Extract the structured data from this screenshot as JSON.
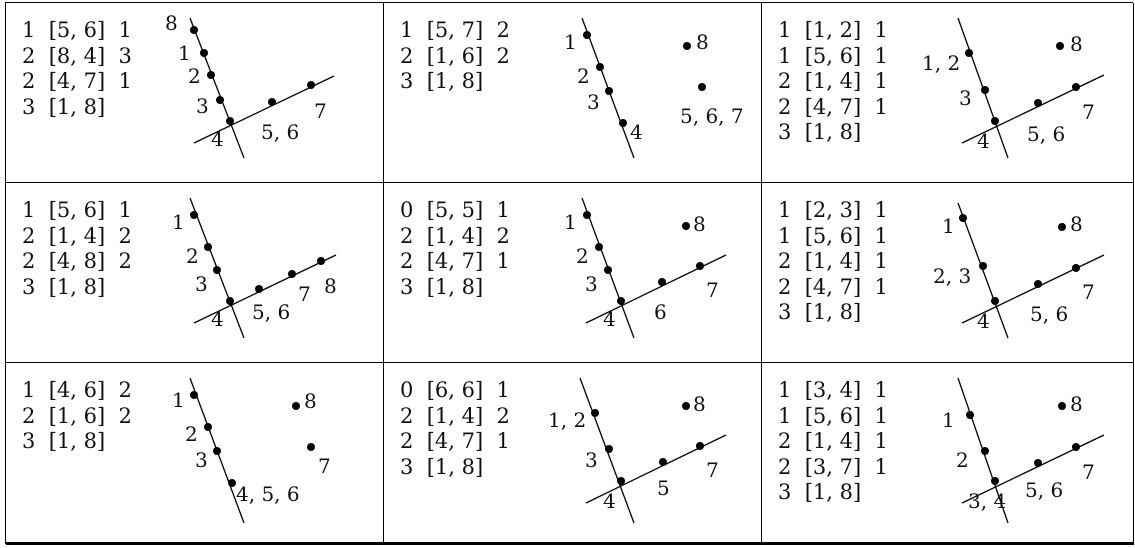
{
  "cells": [
    {
      "lines": [
        "1  [5, 6]  1",
        "2  [8, 4]  3",
        "2  [4, 7]  1",
        "3  [1, 8]"
      ],
      "labels": [
        "8",
        "1",
        "2",
        "3",
        "4",
        "5, 6",
        "7"
      ]
    },
    {
      "lines": [
        "1  [5, 7]  2",
        "2  [1, 6]  2",
        "3  [1, 8]"
      ],
      "labels": [
        "1",
        "2",
        "3",
        "4",
        "8",
        "5, 6, 7"
      ]
    },
    {
      "lines": [
        "1  [1, 2]  1",
        "1  [5, 6]  1",
        "2  [1, 4]  1",
        "2  [4, 7]  1",
        "3  [1, 8]"
      ],
      "labels": [
        "1, 2",
        "3",
        "4",
        "5, 6",
        "7",
        "8"
      ]
    },
    {
      "lines": [
        "1  [5, 6]  1",
        "2  [1, 4]  2",
        "2  [4, 8]  2",
        "3  [1, 8]"
      ],
      "labels": [
        "1",
        "2",
        "3",
        "4",
        "5, 6",
        "7",
        "8"
      ]
    },
    {
      "lines": [
        "0  [5, 5]  1",
        "2  [1, 4]  2",
        "2  [4, 7]  1",
        "3  [1, 8]"
      ],
      "labels": [
        "1",
        "2",
        "3",
        "4",
        "6",
        "7",
        "8"
      ]
    },
    {
      "lines": [
        "1  [2, 3]  1",
        "1  [5, 6]  1",
        "2  [1, 4]  1",
        "2  [4, 7]  1",
        "3  [1, 8]"
      ],
      "labels": [
        "1",
        "2, 3",
        "4",
        "5, 6",
        "7",
        "8"
      ]
    },
    {
      "lines": [
        "1  [4, 6]  2",
        "2  [1, 6]  2",
        "3  [1, 8]"
      ],
      "labels": [
        "1",
        "2",
        "3",
        "4, 5, 6",
        "8",
        "7"
      ]
    },
    {
      "lines": [
        "0  [6, 6]  1",
        "2  [1, 4]  2",
        "2  [4, 7]  1",
        "3  [1, 8]"
      ],
      "labels": [
        "1, 2",
        "3",
        "4",
        "5",
        "7",
        "8"
      ]
    },
    {
      "lines": [
        "1  [3, 4]  1",
        "1  [5, 6]  1",
        "2  [1, 4]  1",
        "2  [3, 7]  1",
        "3  [1, 8]"
      ],
      "labels": [
        "1",
        "2",
        "3, 4",
        "5, 6",
        "7",
        "8"
      ]
    }
  ]
}
